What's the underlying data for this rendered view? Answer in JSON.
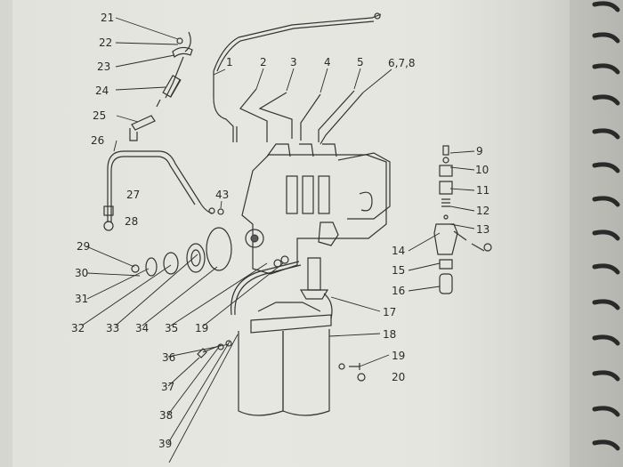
{
  "diagram": {
    "labels": [
      "21",
      "22",
      "23",
      "24",
      "25",
      "26",
      "27",
      "28",
      "43",
      "1",
      "2",
      "3",
      "4",
      "5",
      "6,7,8",
      "9",
      "10",
      "11",
      "12",
      "13",
      "14",
      "15",
      "16",
      "17",
      "18",
      "19",
      "20",
      "29",
      "30",
      "31",
      "32",
      "33",
      "34",
      "35",
      "19",
      "36",
      "37",
      "38",
      "39"
    ]
  }
}
